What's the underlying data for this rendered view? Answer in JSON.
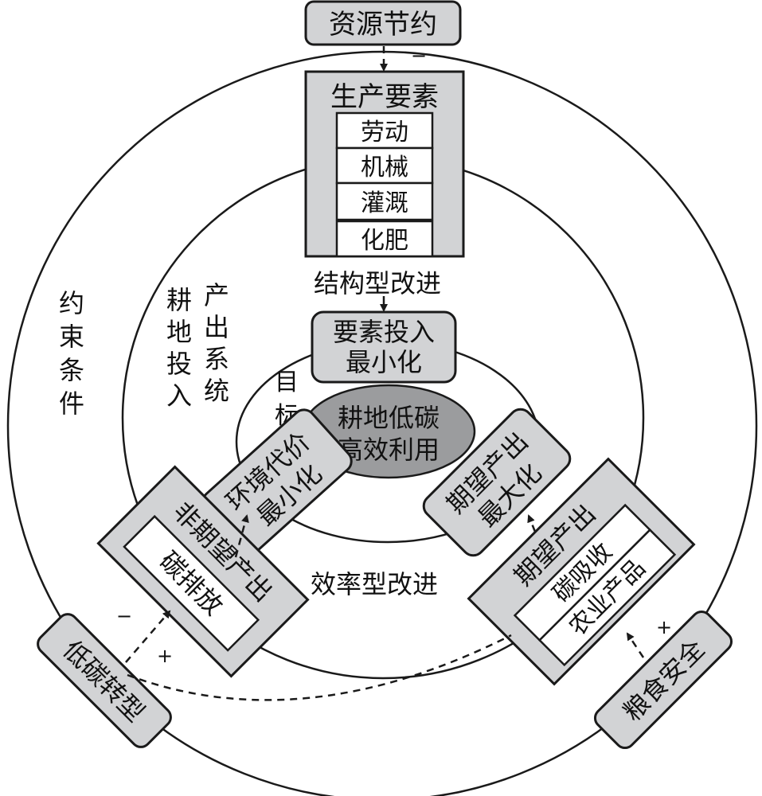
{
  "top_box": "资源节约",
  "top_sign": "−",
  "factors": {
    "title": "生产要素",
    "items": [
      "劳动",
      "机械",
      "灌溉",
      "化肥"
    ]
  },
  "structural_label": "结构型改进",
  "goal_input": [
    "要素投入",
    "最小化"
  ],
  "goal_label": [
    "目",
    "标"
  ],
  "center": [
    "耕地低碳",
    "高效利用"
  ],
  "env_cost": [
    "环境代价",
    "最小化"
  ],
  "desired_max": [
    "期望产出",
    "最大化"
  ],
  "undesired": {
    "title": "非期望产出",
    "item": "碳排放"
  },
  "desired": {
    "title": "期望产出",
    "items": [
      "碳吸收",
      "农业产品"
    ]
  },
  "efficiency_label": "效率型改进",
  "constraint_label": [
    "约",
    "束",
    "条",
    "件"
  ],
  "system_label_left": [
    "耕",
    "地",
    "投",
    "入"
  ],
  "system_label_right": [
    "产",
    "出",
    "系",
    "统"
  ],
  "low_carbon": "低碳转型",
  "low_carbon_signs": {
    "minus": "−",
    "plus": "+"
  },
  "food_security": "粮食安全",
  "food_security_sign": "+"
}
